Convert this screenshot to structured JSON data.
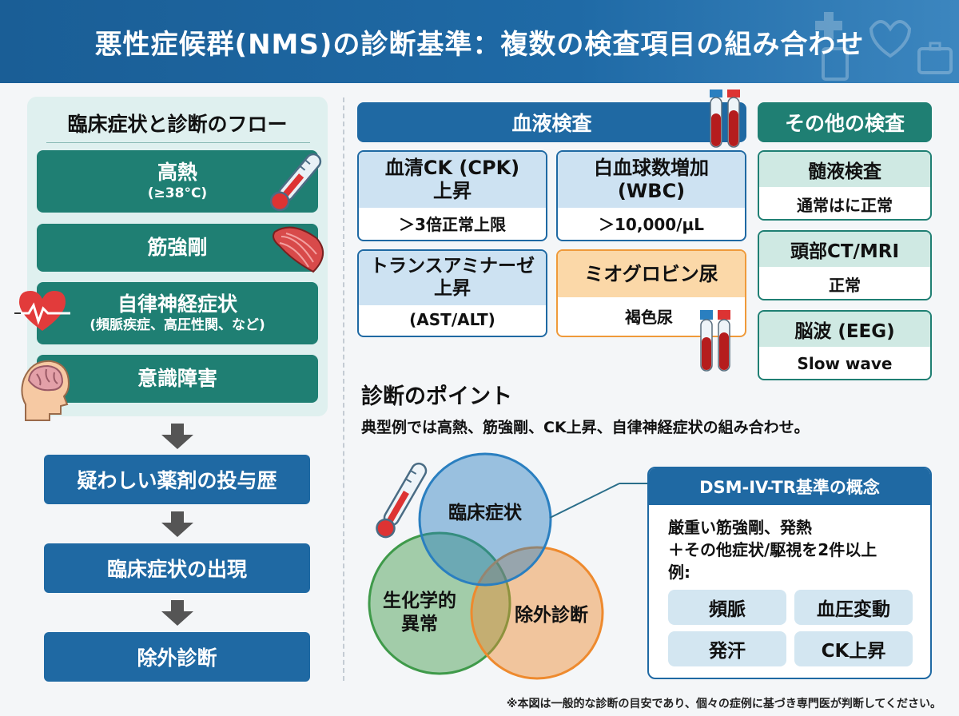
{
  "header": {
    "title": "悪性症候群(NMS)の診断基準：複数の検査項目の組み合わせ"
  },
  "left": {
    "heading": "臨床症状と診断のフロー",
    "symptoms": [
      {
        "main": "高熱",
        "sub": "(≥38°C)",
        "icon": "thermometer-icon"
      },
      {
        "main": "筋強剛",
        "sub": "",
        "icon": "muscle-icon"
      },
      {
        "main": "自律神経症状",
        "sub": "(頻脈疾症、高圧性関、など)",
        "icon": "heart-pulse-icon"
      },
      {
        "main": "意識障害",
        "sub": "",
        "icon": "head-brain-icon"
      }
    ],
    "steps": [
      {
        "label": "疑わしい薬剤の投与歴"
      },
      {
        "label": "臨床症状の出現"
      },
      {
        "label": "除外診断"
      }
    ]
  },
  "blood": {
    "title": "血液検査",
    "tests": [
      {
        "line1": "血清CK (CPK)",
        "line2": "上昇",
        "value": "＞3倍正常上限"
      },
      {
        "line1": "白血球数増加",
        "line2": "(WBC)",
        "value": "＞10,000/µL"
      },
      {
        "line1": "トランスアミナーゼ",
        "line2": "上昇",
        "value": "(AST/ALT)"
      },
      {
        "line1": "ミオグロビン尿",
        "line2": "",
        "value": "褐色尿"
      }
    ]
  },
  "other": {
    "title": "その他の検査",
    "tests": [
      {
        "name": "髄液検査",
        "value": "通常はに正常"
      },
      {
        "name": "頭部CT/MRI",
        "value": "正常"
      },
      {
        "name": "脳波 (EEG)",
        "value": "Slow wave"
      }
    ]
  },
  "points": {
    "heading": "診断のポイント",
    "text": "典型例では高熱、筋強剛、CK上昇、自律神経症状の組み合わせ。"
  },
  "venn": {
    "circles": [
      {
        "label": "臨床症状",
        "color": "#2a7fc0"
      },
      {
        "label": "生化学的\n異常",
        "color": "#3f9a4a"
      },
      {
        "label": "除外診断",
        "color": "#ee8a2e"
      }
    ]
  },
  "dsm": {
    "title": "DSM-IV-TR基準の概念",
    "lines": [
      "厳重い筋強剛、発熱",
      "＋その他症状/駆視を2件以上",
      "例:"
    ],
    "chips": [
      "頻脈",
      "血圧変動",
      "発汗",
      "CK上昇"
    ]
  },
  "footnote": "※本図は一般的な診断の目安であり、個々の症例に基づき専門医が判断してください。"
}
